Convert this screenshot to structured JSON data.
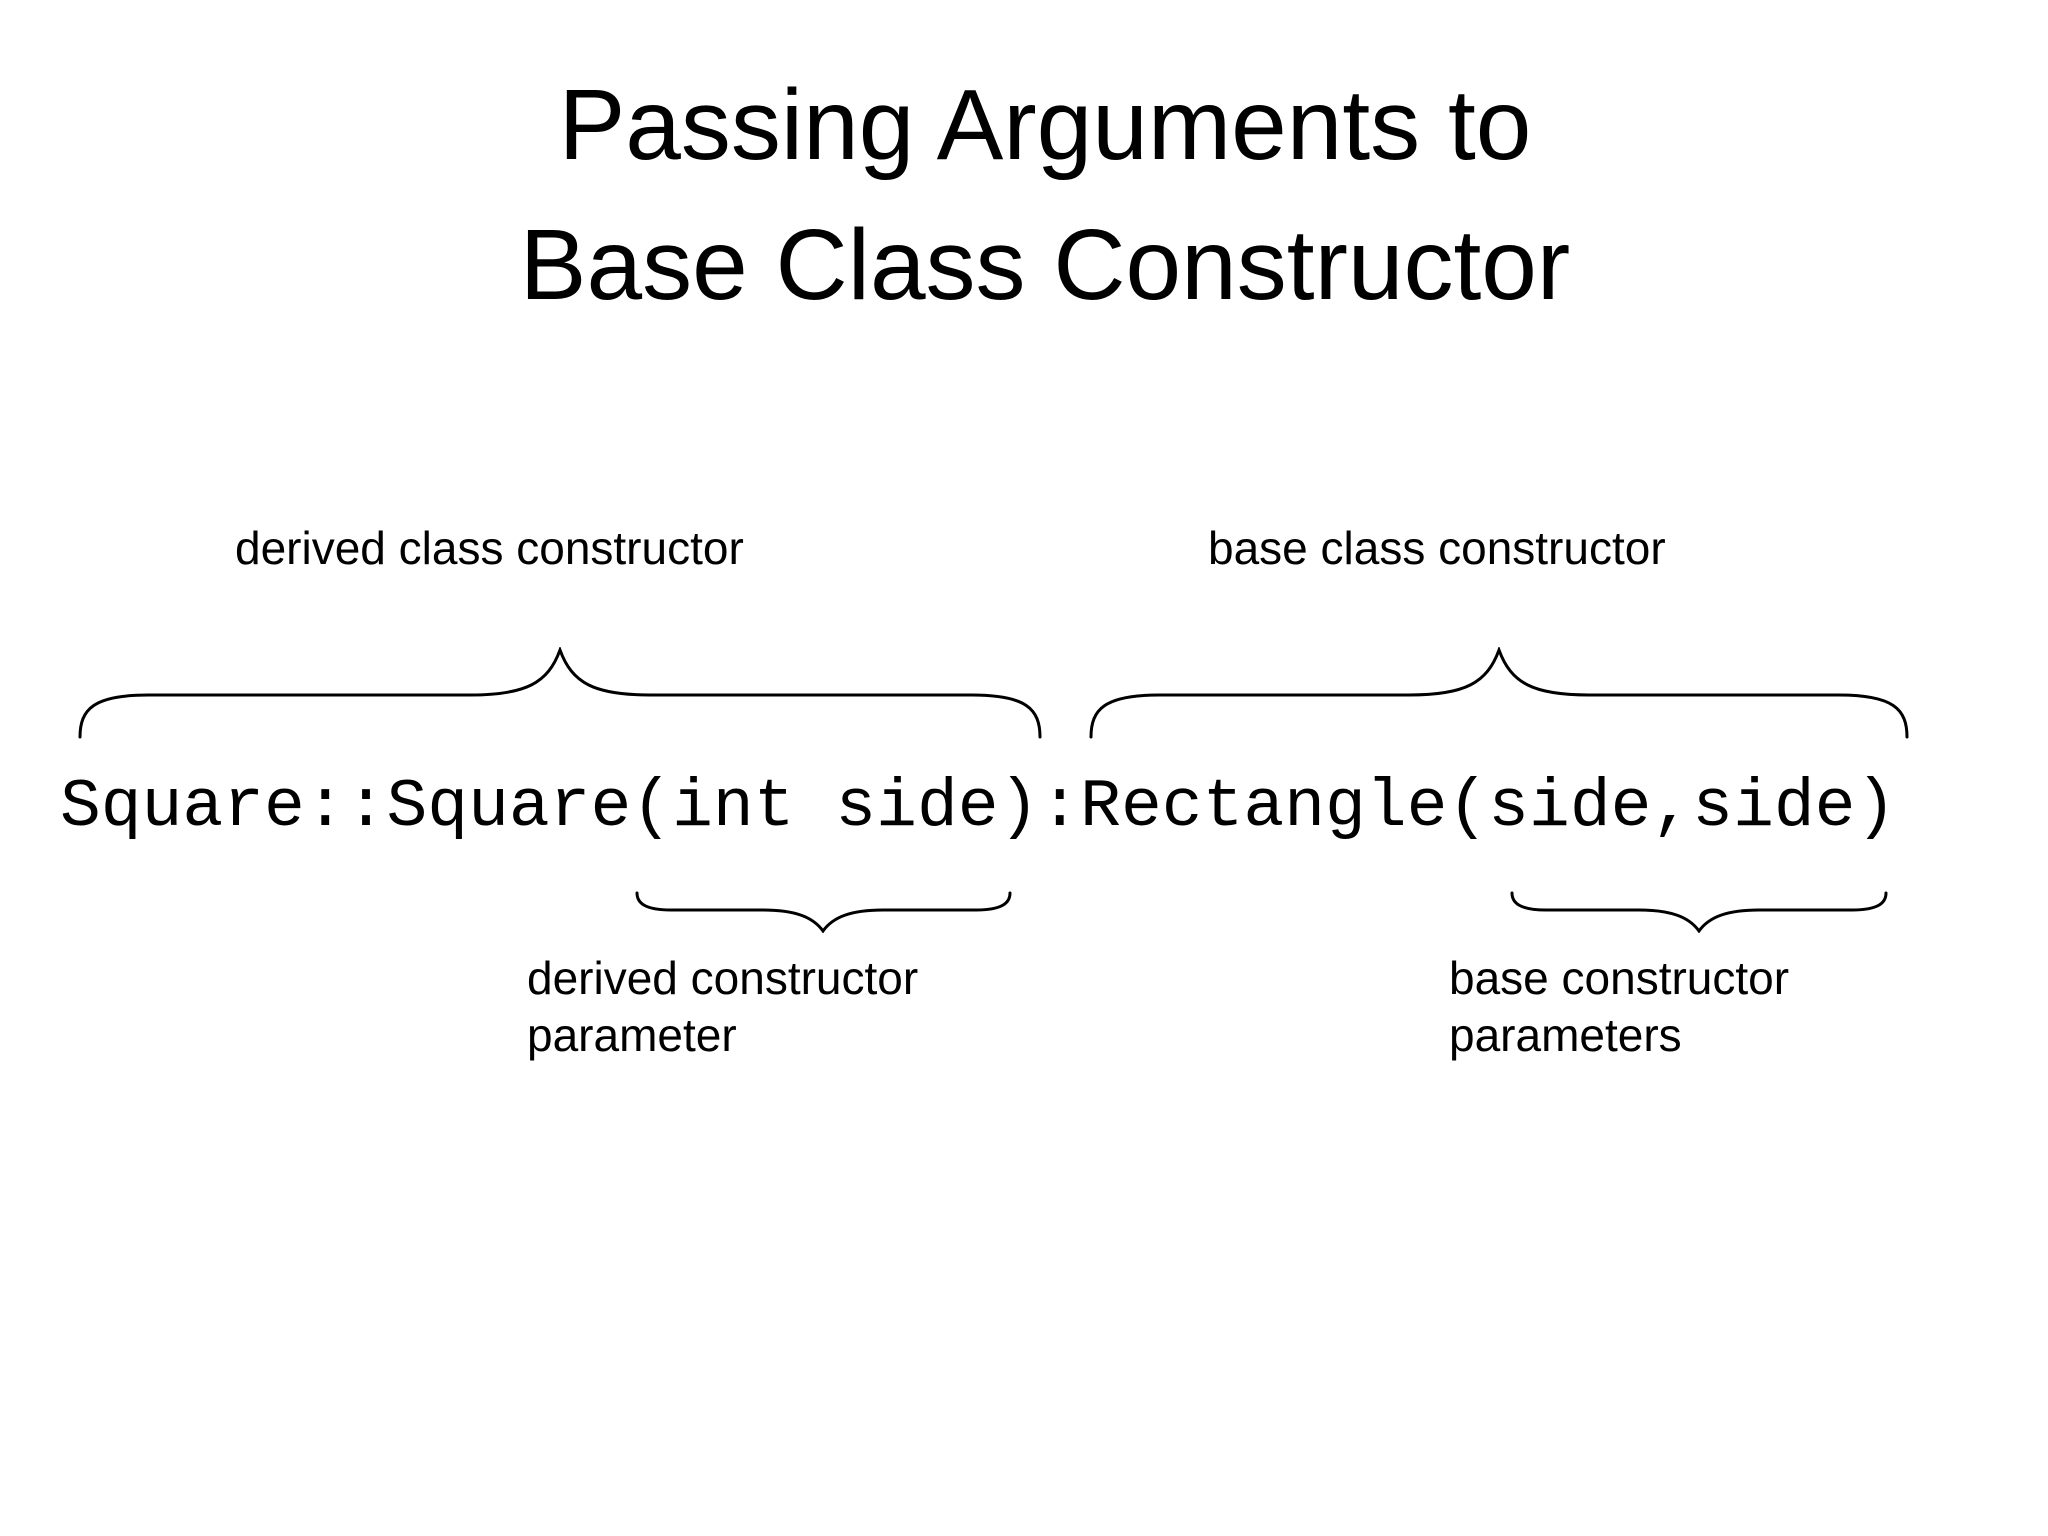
{
  "slide": {
    "title": {
      "line1": "Passing Arguments to",
      "line2": "Base Class Constructor"
    },
    "code": "Square::Square(int side):Rectangle(side,side)",
    "annotations": {
      "derived_class_constructor": "derived class constructor",
      "base_class_constructor": "base class constructor",
      "derived_param_line1": "derived constructor",
      "derived_param_line2": "parameter",
      "base_params_line1": "base constructor",
      "base_params_line2": "parameters"
    },
    "colors": {
      "background": "#ffffff",
      "text": "#000000",
      "brace_stroke": "#000000"
    }
  }
}
